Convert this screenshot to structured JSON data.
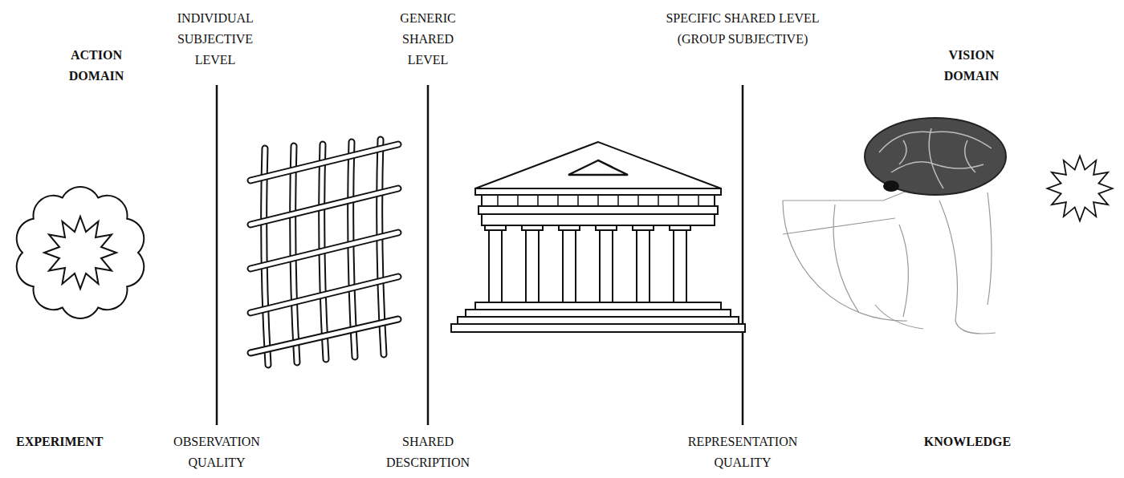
{
  "diagram": {
    "labels": [
      "ACTION DOMAIN",
      "INDIVIDUAL SUBJECTIVE LEVEL",
      "GENERIC SHARED LEVEL",
      "SPECIFIC SHARED LEVEL (GROUP SUBJECTIVE)",
      "VISION DOMAIN",
      "EXPERIMENT",
      "OBSERVATION QUALITY",
      "SHARED DESCRIPTION",
      "REPRESENTATION QUALITY",
      "KNOWLEDGE"
    ]
  }
}
